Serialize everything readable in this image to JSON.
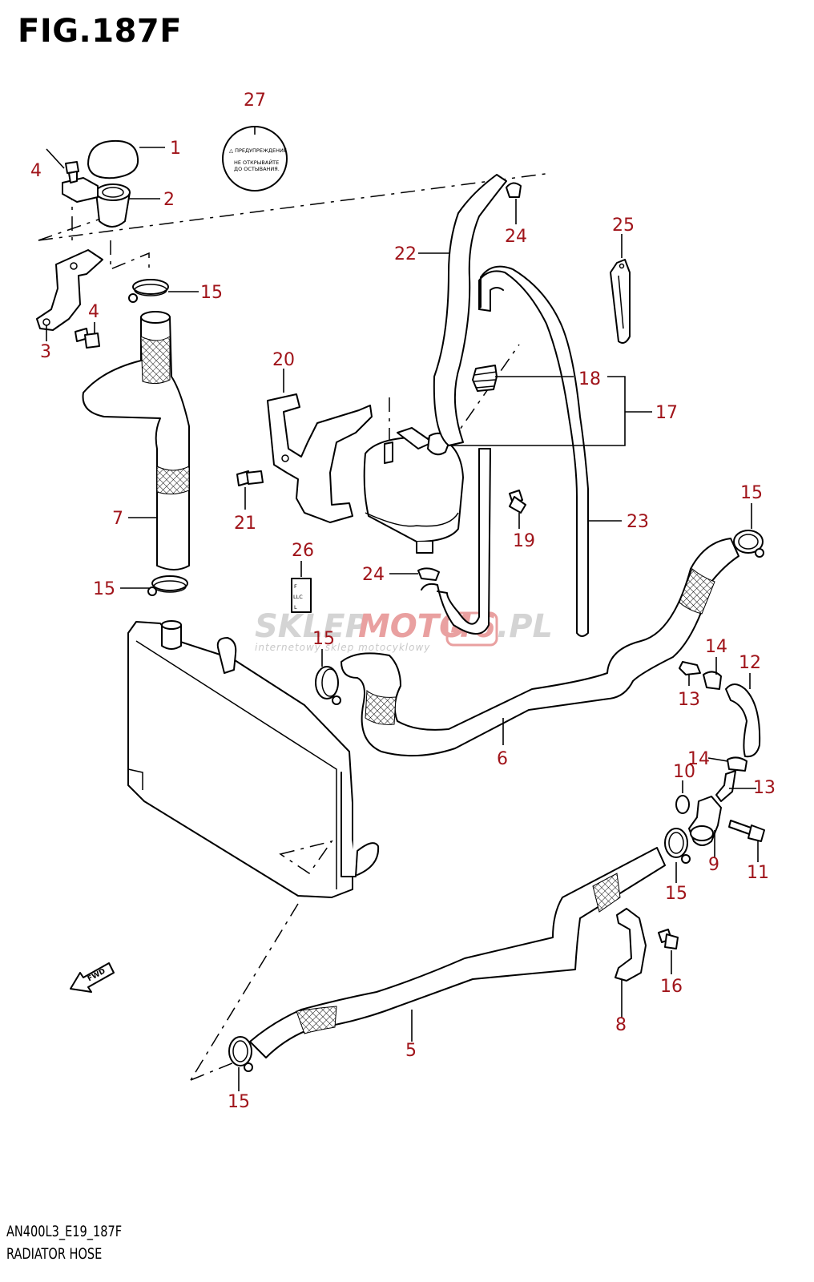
{
  "header": {
    "title": "FIG.187F"
  },
  "footer": {
    "code": "AN400L3_E19_187F",
    "caption": "RADIATOR HOSE"
  },
  "watermark": {
    "brand_a": "SKLEP",
    "brand_b": "MOTO",
    "brand_c": "46",
    "brand_d": ".PL",
    "tagline": "internetowy sklep motocyklowy"
  },
  "labels": {
    "warning_cap_line1": "△ ПРЕДУПРЕЖДЕНИЕ",
    "warning_cap_line2": "НЕ ОТКРЫВАЙТЕ",
    "warning_cap_line3": "ДО ОСТЫВАНИЯ.",
    "reservoir_line1": "F",
    "reservoir_line2": "LLC",
    "reservoir_line3": "L",
    "fwd": "FWD"
  },
  "callouts": [
    "1",
    "2",
    "3",
    "4",
    "4",
    "5",
    "6",
    "7",
    "8",
    "9",
    "10",
    "11",
    "12",
    "13",
    "13",
    "14",
    "14",
    "15",
    "15",
    "15",
    "15",
    "15",
    "15",
    "16",
    "17",
    "18",
    "19",
    "20",
    "21",
    "22",
    "23",
    "24",
    "24",
    "25",
    "26",
    "27"
  ],
  "colors": {
    "callout": "#a0141a",
    "line": "#000000",
    "watermark_grey": "#d0d0d0",
    "watermark_red": "#e07070"
  }
}
